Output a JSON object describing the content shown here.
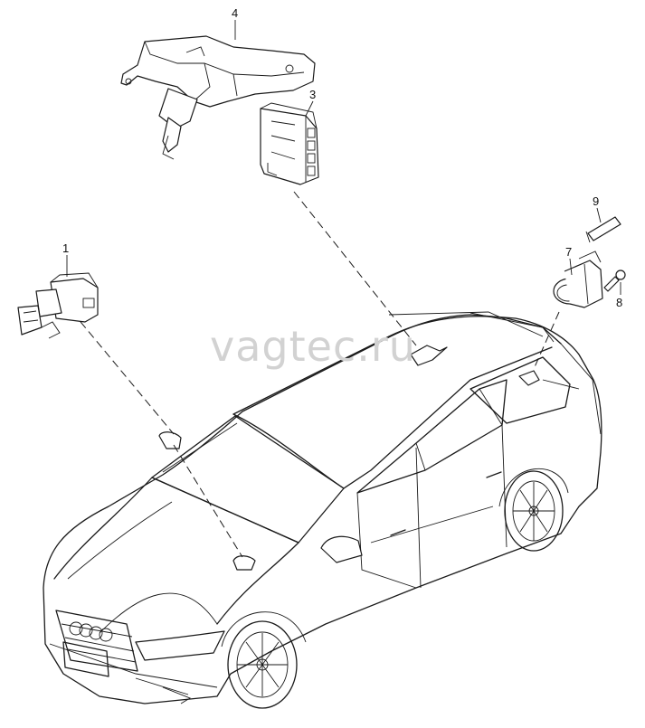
{
  "watermark": "vagtec.ru",
  "callouts": {
    "c1": "1",
    "c3": "3",
    "c4": "4",
    "c7": "7",
    "c8": "8",
    "c9": "9"
  }
}
